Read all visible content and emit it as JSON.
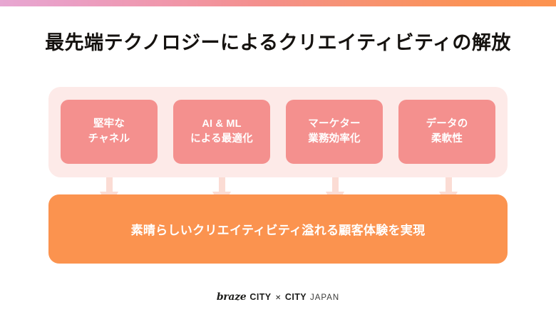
{
  "theme": {
    "page_background": "#ffffff",
    "accent_bar_start": "#e7a7d2",
    "accent_bar_mid": "#f4908e",
    "accent_bar_end": "#fc9350",
    "panel_background": "#fdeae8",
    "card_background": "#f4908e",
    "card_text_color": "#ffffff",
    "arrow_color": "#fbdcd4",
    "banner_background": "#fb934f",
    "banner_text_color": "#ffffff",
    "title_color": "#15120f"
  },
  "title": "最先端テクノロジーによるクリエイティビティの解放",
  "cards": [
    {
      "line1": "堅牢な",
      "line2": "チャネル"
    },
    {
      "line1": "AI & ML",
      "line2": "による最適化"
    },
    {
      "line1": "マーケター",
      "line2": "業務効率化"
    },
    {
      "line1": "データの",
      "line2": "柔軟性"
    }
  ],
  "banner": {
    "text": "素晴らしいクリエイティビティ溢れる顧客体験を実現"
  },
  "footer": {
    "brand": "braze",
    "event_left": "CITY",
    "event_separator": "✕",
    "event_right": "CITY",
    "region": "JAPAN"
  }
}
